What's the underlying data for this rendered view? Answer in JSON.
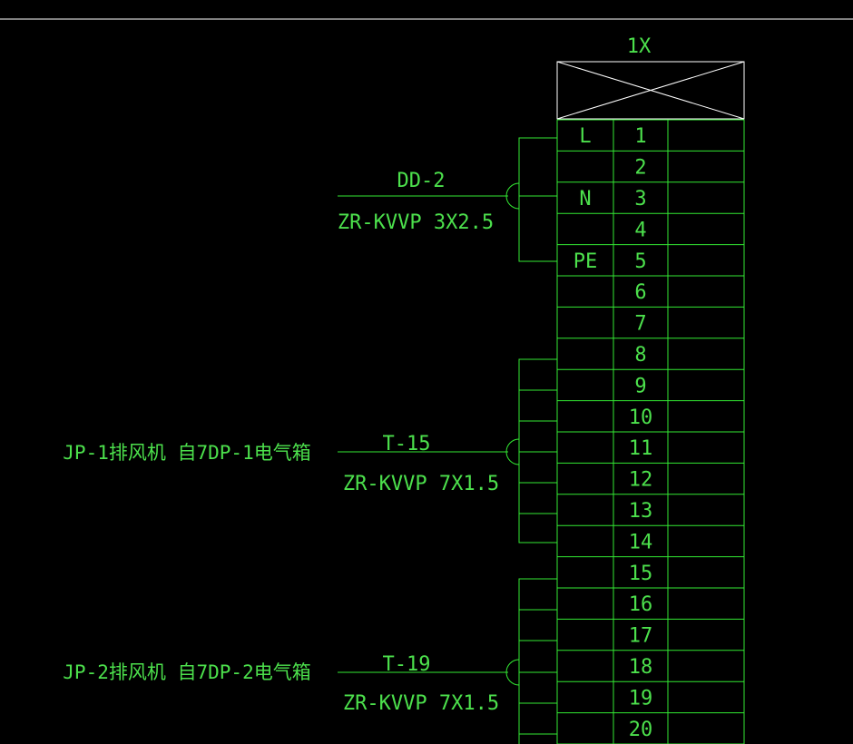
{
  "colors": {
    "background": "#000000",
    "line": "#33E833",
    "text": "#4CE04C",
    "frame": "#FFFFFF"
  },
  "terminal_block": {
    "title": "1X",
    "terminals": [
      {
        "label": "L",
        "number": "1"
      },
      {
        "label": "",
        "number": "2"
      },
      {
        "label": "N",
        "number": "3"
      },
      {
        "label": "",
        "number": "4"
      },
      {
        "label": "PE",
        "number": "5"
      },
      {
        "label": "",
        "number": "6"
      },
      {
        "label": "",
        "number": "7"
      },
      {
        "label": "",
        "number": "8"
      },
      {
        "label": "",
        "number": "9"
      },
      {
        "label": "",
        "number": "10"
      },
      {
        "label": "",
        "number": "11"
      },
      {
        "label": "",
        "number": "12"
      },
      {
        "label": "",
        "number": "13"
      },
      {
        "label": "",
        "number": "14"
      },
      {
        "label": "",
        "number": "15"
      },
      {
        "label": "",
        "number": "16"
      },
      {
        "label": "",
        "number": "17"
      },
      {
        "label": "",
        "number": "18"
      },
      {
        "label": "",
        "number": "19"
      },
      {
        "label": "",
        "number": "20"
      }
    ]
  },
  "cables": [
    {
      "id": "DD-2",
      "spec": "ZR-KVVP 3X2.5",
      "destination": ""
    },
    {
      "id": "T-15",
      "spec": "ZR-KVVP 7X1.5",
      "destination": "JP-1排风机 自7DP-1电气箱"
    },
    {
      "id": "T-19",
      "spec": "ZR-KVVP 7X1.5",
      "destination": "JP-2排风机 自7DP-2电气箱"
    }
  ]
}
